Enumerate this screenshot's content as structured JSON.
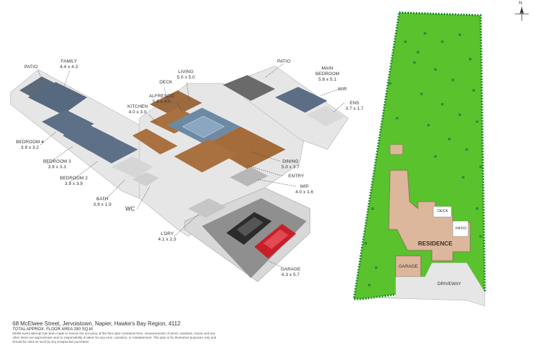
{
  "rooms": {
    "patio_left": {
      "name": "PATIO"
    },
    "family": {
      "name": "FAMILY",
      "dim": "4.4 x 4.3"
    },
    "living": {
      "name": "LIVING",
      "dim": "5.0 x 5.0"
    },
    "deck": {
      "name": "DECK"
    },
    "patio_top": {
      "name": "PATIO"
    },
    "main_bedroom": {
      "name": "MAIN BEDROOM",
      "dim": "5.8 x 5.1"
    },
    "wir": {
      "name": "WIR"
    },
    "ens": {
      "name": "ENS",
      "dim": "3.7 x 1.7"
    },
    "alfresco": {
      "name": "ALFRESCO",
      "dim": "5.8 x 4.0"
    },
    "kitchen": {
      "name": "KITCHEN",
      "dim": "4.0 x 3.0"
    },
    "bedroom4": {
      "name": "BEDROOM 4",
      "dim": "3.9 x 3.2"
    },
    "bedroom3": {
      "name": "BEDROOM 3",
      "dim": "3.9 x 3.3"
    },
    "bedroom2": {
      "name": "BEDROOM 2",
      "dim": "3.9 x 3.9"
    },
    "bath": {
      "name": "BATH",
      "dim": "3.9 x 1.9"
    },
    "wc": {
      "name": "WC"
    },
    "dining": {
      "name": "DINING",
      "dim": "5.0 x 3.7"
    },
    "entry": {
      "name": "ENTRY"
    },
    "wip": {
      "name": "WIP",
      "dim": "4.0 x 1.6"
    },
    "ldry": {
      "name": "L'DRY",
      "dim": "4.1 x 2.3"
    },
    "garage": {
      "name": "GARAGE",
      "dim": "6.3 x 5.7"
    }
  },
  "site": {
    "residence": "RESIDENCE",
    "garage": "GARAGE",
    "deck": "DECK",
    "patio": "PATIO",
    "driveway": "DRIVEWAY",
    "compass_label": "N"
  },
  "footer": {
    "address": "68 McElwee Street, Jervoistown, Napier, Hawke's Bay Region, 4112",
    "area": "TOTAL APPROX. FLOOR AREA 280 SQ.M",
    "disclaimer": "Whilst every attempt has been made to ensure the accuracy of the floor plan contained here, measurements of doors, windows, rooms and any other items are approximate and no responsibility is taken for any error, omission, or misstatement. This plan is for illustrative purposes only and should be used as such by any prospective purchaser."
  },
  "colors": {
    "lawn": "#59c22d",
    "lawn_dots": "#2f8f3a",
    "boundary": "#1f8a2e",
    "roof": "#dcb79c",
    "paving": "#e8e8e8",
    "carpet": "#5d6f86",
    "timber_floor": "#a66c3c",
    "wall": "#f3f3f3",
    "garage_floor": "#9a9a9a"
  }
}
